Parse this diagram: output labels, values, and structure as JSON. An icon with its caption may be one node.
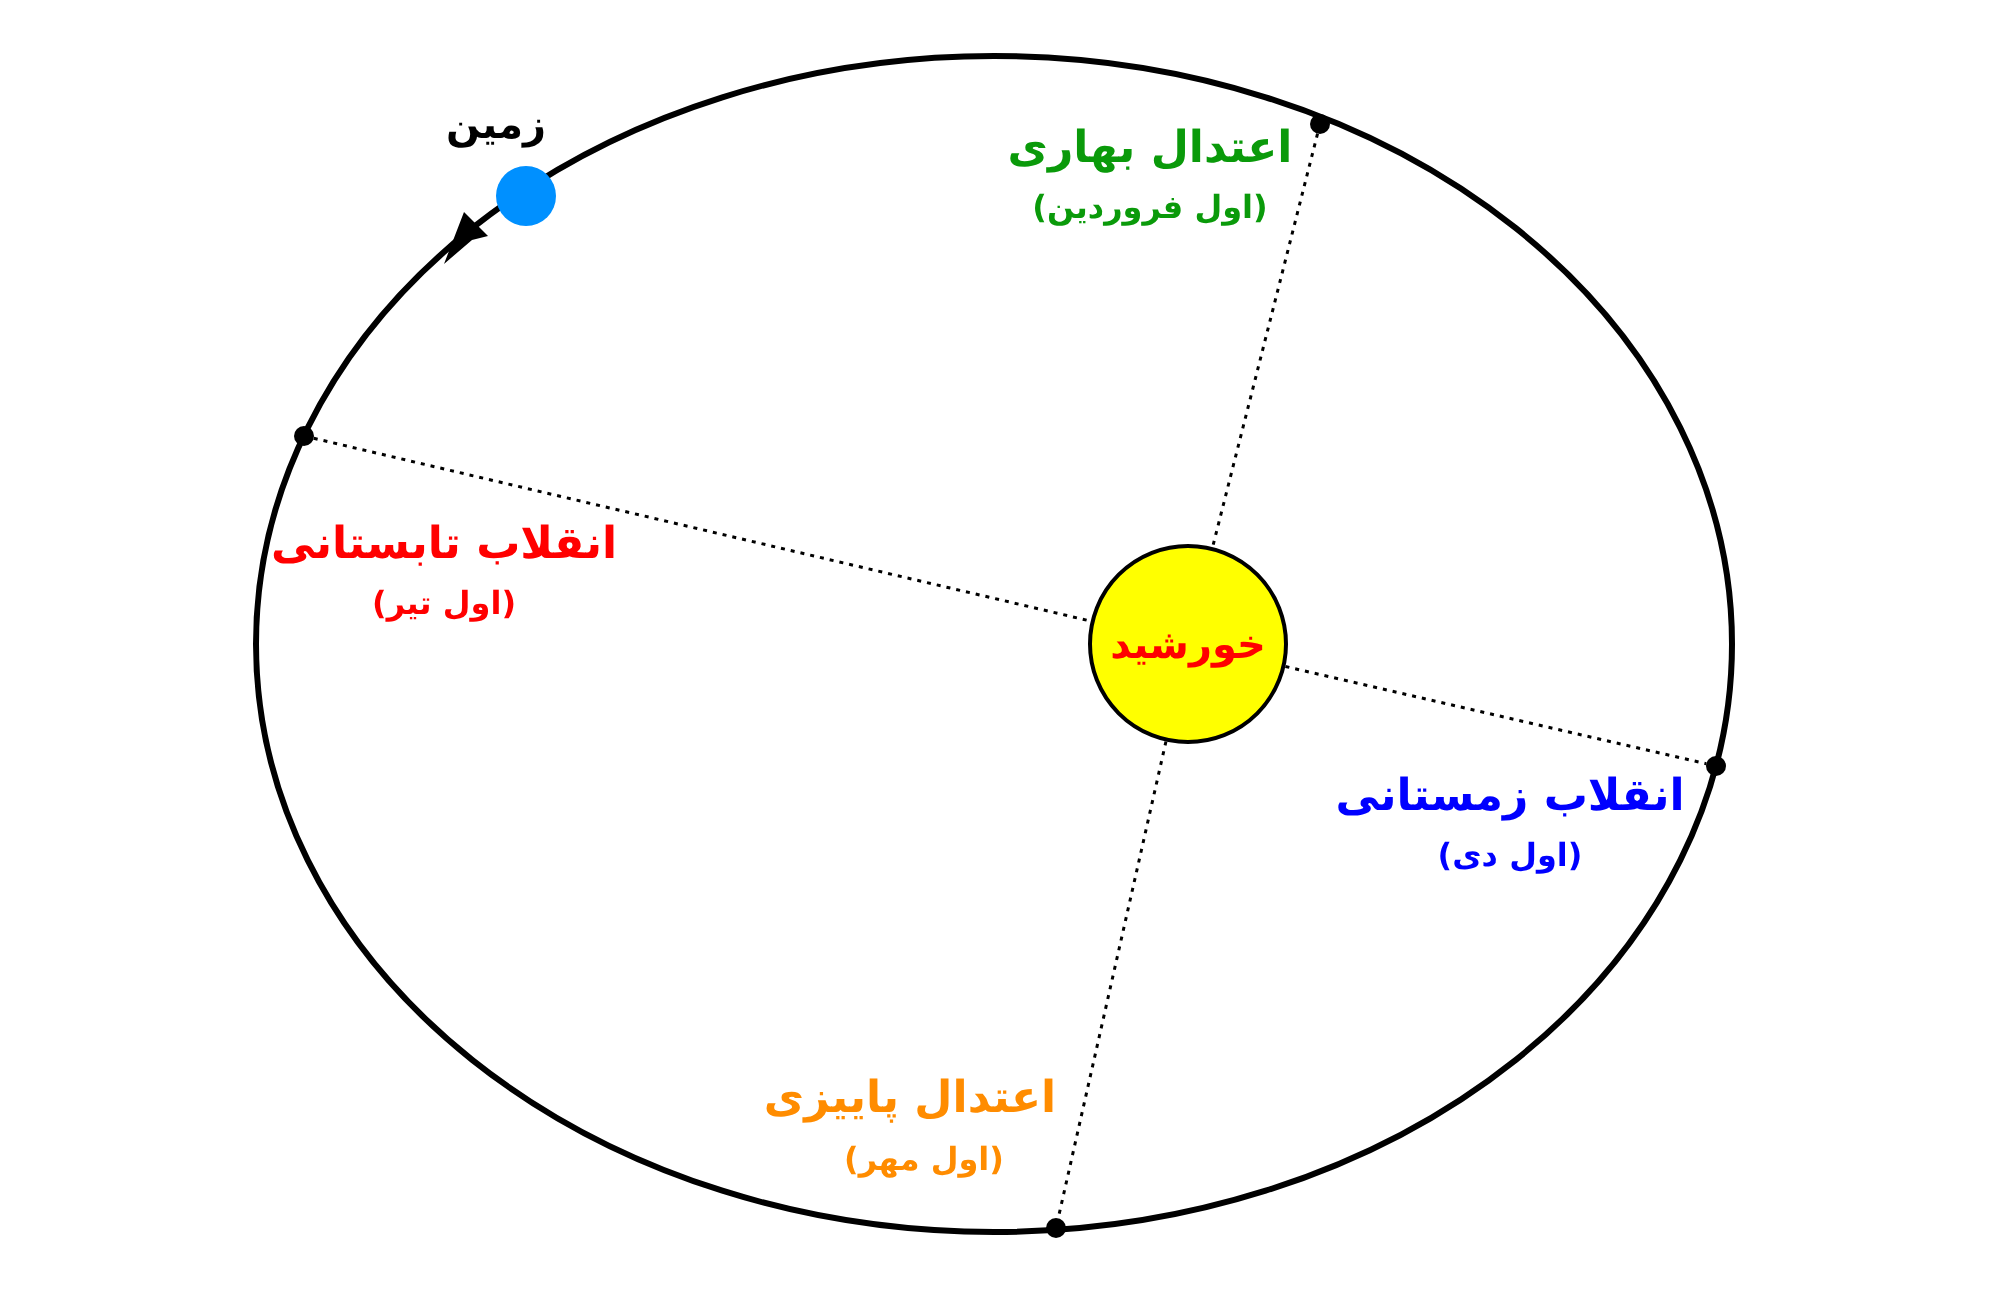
{
  "diagram": {
    "nodes": [
      {
        "text": [],
        "shape": "circle",
        "beside": [
          "زمین"
        ]
      },
      {
        "text": [],
        "shape": "circle",
        "beside": [
          "اعتدال بهاری",
          "(اول فروردین)"
        ]
      },
      {
        "text": [],
        "shape": "circle",
        "beside": [
          "انقلاب تابستانی",
          "(اول تیر)"
        ]
      },
      {
        "text": [
          "خورشید"
        ]
      },
      {
        "text": [],
        "shape": "circle",
        "beside": [
          "انقلاب زمستانی",
          "(اول دی)"
        ]
      },
      {
        "text": [],
        "shape": "circle",
        "beside": [
          "اعتدال پاییزی",
          "(اول مهر)"
        ]
      }
    ],
    "edges": [
      {
        "from": 1,
        "to": 3,
        "arrow": "none",
        "style": "dashed"
      },
      {
        "from": 2,
        "to": 3,
        "arrow": "none",
        "style": "dashed"
      },
      {
        "from": 3,
        "to": 4,
        "arrow": "none",
        "style": "dashed"
      },
      {
        "from": 3,
        "to": 5,
        "arrow": "none",
        "style": "dashed"
      }
    ]
  }
}
